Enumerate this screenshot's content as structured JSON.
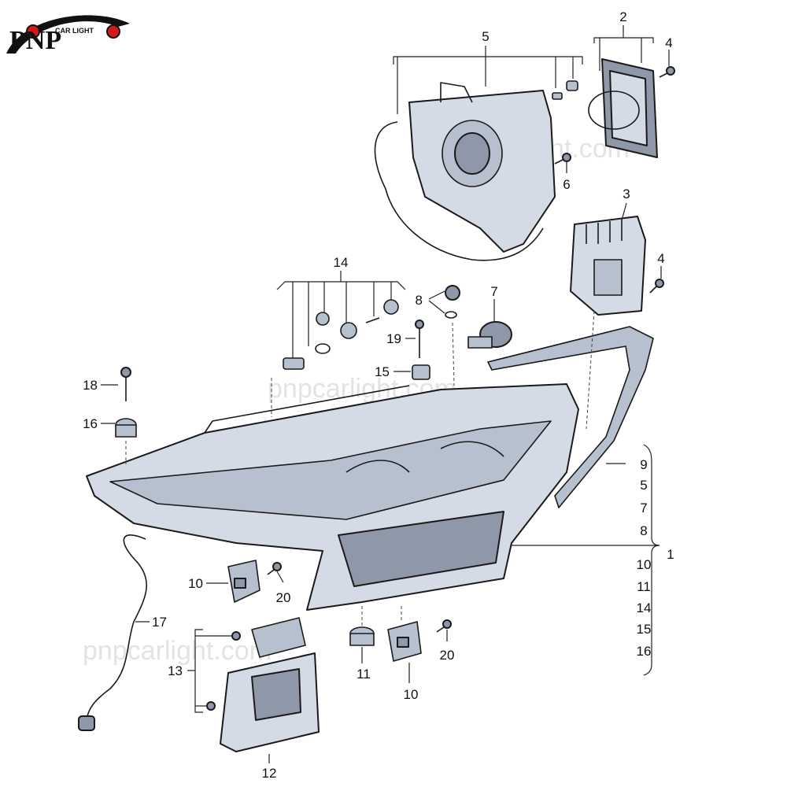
{
  "logo": {
    "tagline": "CAR LIGHT",
    "mark": "PNP"
  },
  "watermarks": [
    "pnpcarlight.com",
    "pnpcarlight.com",
    "pnpcarlight.com"
  ],
  "callouts": {
    "c1": "1",
    "c2": "2",
    "c3": "3",
    "c4a": "4",
    "c4b": "4",
    "c5": "5",
    "c6": "6",
    "c7": "7",
    "c8": "8",
    "c10a": "10",
    "c10b": "10",
    "c11": "11",
    "c12": "12",
    "c13": "13",
    "c14": "14",
    "c15": "15",
    "c16": "16",
    "c17": "17",
    "c18": "18",
    "c19": "19",
    "c20a": "20",
    "c20b": "20"
  },
  "bracket_list": [
    "9",
    "5",
    "7",
    "8",
    "10",
    "11",
    "14",
    "15",
    "16"
  ]
}
